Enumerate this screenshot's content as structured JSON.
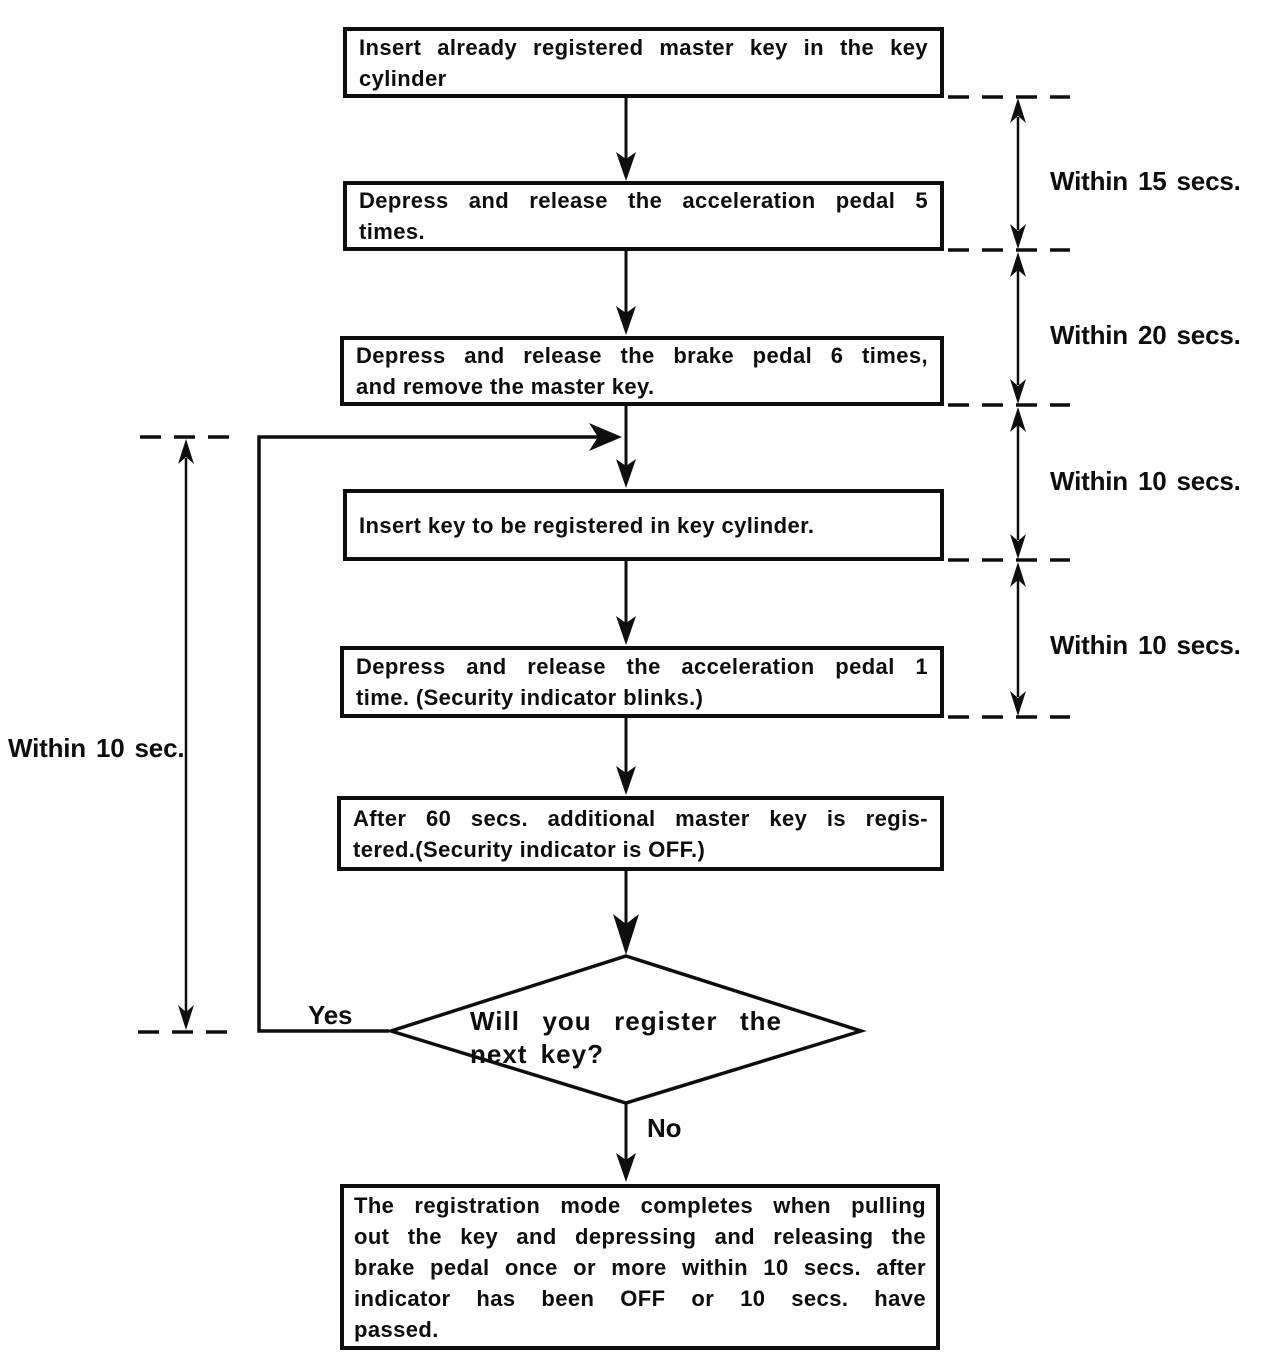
{
  "diagram": {
    "steps": [
      {
        "lines": [
          "Insert already registered master key in the key",
          "cylinder"
        ]
      },
      {
        "lines": [
          "Depress and release the acceleration pedal 5",
          "times."
        ]
      },
      {
        "lines": [
          "Depress and release the brake pedal 6 times,",
          "and remove the master key."
        ]
      },
      {
        "lines": [
          "Insert key to be registered in key cylinder."
        ]
      },
      {
        "lines": [
          "Depress and release the acceleration pedal 1",
          "time. (Security indicator blinks.)"
        ]
      },
      {
        "lines": [
          "After 60 secs. additional master key is regis-",
          "tered.(Security indicator is OFF.)"
        ]
      }
    ],
    "decision": {
      "lines": [
        "Will you register the",
        "next key?"
      ],
      "yes_label": "Yes",
      "no_label": "No"
    },
    "final_step": {
      "lines": [
        "The registration mode completes when pulling",
        "out the key and depressing and releasing the",
        "brake pedal once or more within 10 secs. after",
        "indicator has been OFF or 10 secs. have",
        "passed."
      ]
    },
    "timings": {
      "right": [
        {
          "label": "Within 15 secs."
        },
        {
          "label": "Within 20 secs."
        },
        {
          "label": "Within 10 secs."
        },
        {
          "label": "Within 10 secs."
        }
      ],
      "left": {
        "label": "Within 10 sec."
      }
    },
    "colors": {
      "ink": "#0e0e0e",
      "background": "#ffffff"
    }
  }
}
